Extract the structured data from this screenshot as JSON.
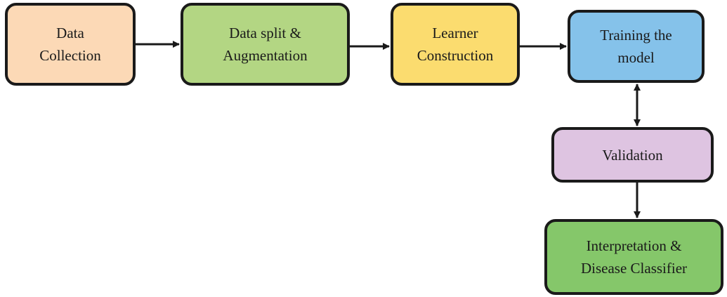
{
  "nodes": [
    {
      "id": "n1",
      "lines": [
        "Data",
        "Collection"
      ],
      "color": "#fcd9b6"
    },
    {
      "id": "n2",
      "lines": [
        "Data split &",
        "Augmentation"
      ],
      "color": "#b3d683"
    },
    {
      "id": "n3",
      "lines": [
        "Learner",
        "Construction"
      ],
      "color": "#fbdc6f"
    },
    {
      "id": "n4",
      "lines": [
        "Training the",
        "model"
      ],
      "color": "#85c2ea"
    },
    {
      "id": "n5",
      "lines": [
        "Validation"
      ],
      "color": "#dec4e1"
    },
    {
      "id": "n6",
      "lines": [
        "Interpretation &",
        "Disease Classifier"
      ],
      "color": "#85c76a"
    }
  ],
  "edges": [
    {
      "from": "n1",
      "to": "n2",
      "direction": "forward"
    },
    {
      "from": "n2",
      "to": "n3",
      "direction": "forward"
    },
    {
      "from": "n3",
      "to": "n4",
      "direction": "forward"
    },
    {
      "from": "n4",
      "to": "n5",
      "direction": "bidirectional"
    },
    {
      "from": "n5",
      "to": "n6",
      "direction": "forward"
    }
  ]
}
